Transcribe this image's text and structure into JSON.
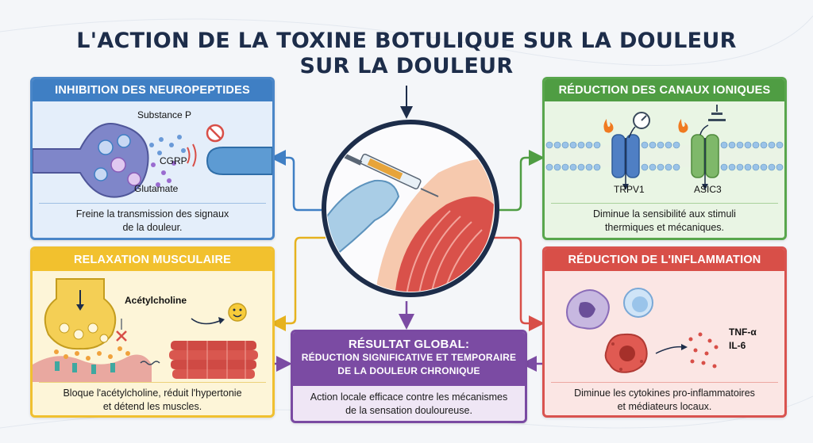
{
  "title": {
    "line1": "L'ACTION DE LA TOXINE BOTULIQUE SUR LA DOULEUR",
    "line2": "SUR LA DOULEUR"
  },
  "panels": {
    "neuropeptides": {
      "header": "INHIBITION DES NEUROPEPTIDES",
      "labels": [
        "Substance P",
        "CGRP",
        "Glutamate"
      ],
      "caption_lines": [
        "Freine la transmission des signaux",
        "de la douleur."
      ],
      "color": "#3f7fc4"
    },
    "ion_channels": {
      "header": "RÉDUCTION DES CANAUX IONIQUES",
      "labels": [
        "TRPV1",
        "ASIC3"
      ],
      "caption_lines": [
        "Diminue la sensibilité aux stimuli",
        "thermiques et mécaniques."
      ],
      "color": "#4f9d43"
    },
    "muscle": {
      "header": "RELAXATION MUSCULAIRE",
      "labels": [
        "Acétylcholine"
      ],
      "caption_lines": [
        "Bloque l'acétylcholine, réduit l'hypertonie",
        "et détend les muscles."
      ],
      "color": "#f2c12e"
    },
    "inflammation": {
      "header": "RÉDUCTION DE L'INFLAMMATION",
      "labels": [
        "TNF-α",
        "IL-6"
      ],
      "caption_lines": [
        "Diminue les cytokines pro-inflammatoires",
        "et médiateurs locaux."
      ],
      "color": "#d84f48"
    },
    "result": {
      "header_line1": "RÉSULTAT GLOBAL:",
      "header_line2": "RÉDUCTION SIGNIFICATIVE ET TEMPORAIRE",
      "header_line3": "DE LA DOULEUR CHRONIQUE",
      "caption_lines": [
        "Action locale efficace contre les mécanismes",
        "de la sensation douloureuse."
      ],
      "color": "#7b4ba3"
    }
  },
  "icons": [
    "syringe-icon",
    "flame-icon",
    "thermometer-icon",
    "pressure-icon",
    "forbidden-icon",
    "smiley-icon"
  ]
}
